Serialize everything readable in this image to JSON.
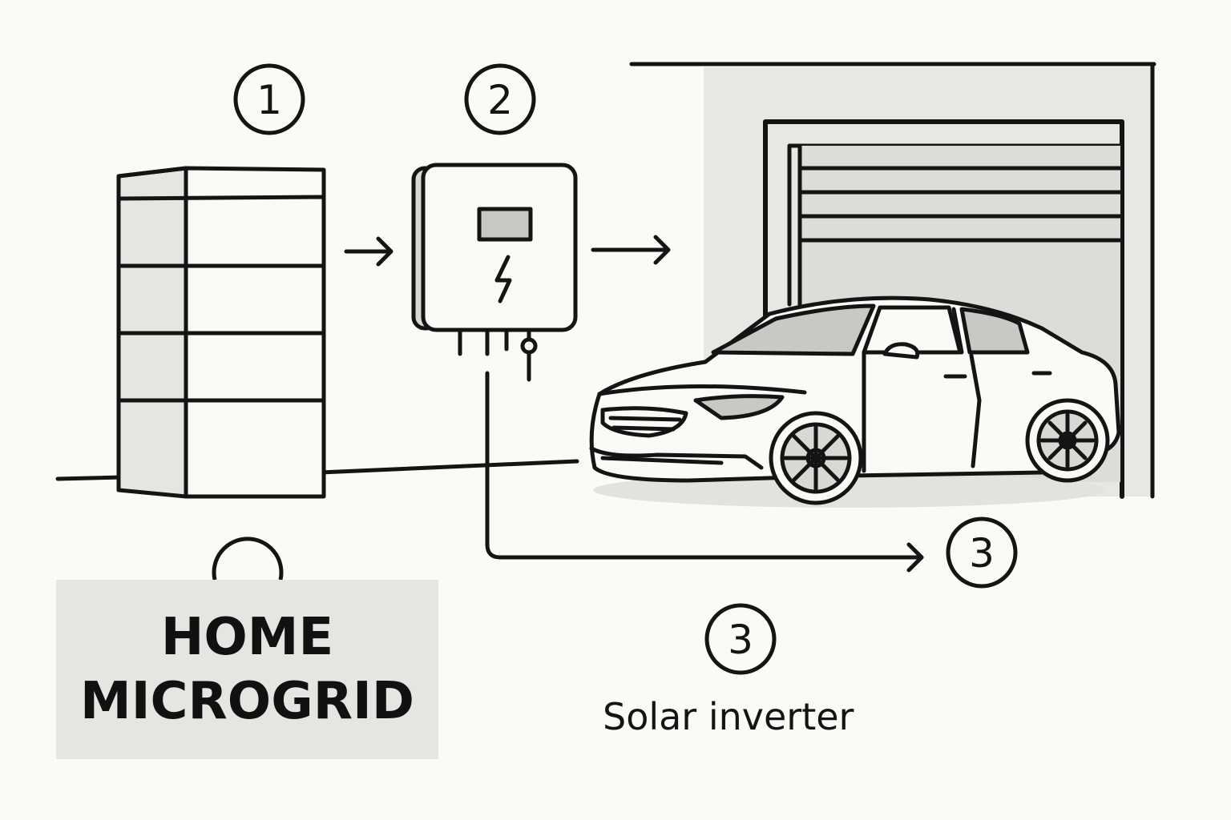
{
  "markers": {
    "one": "1",
    "two": "2",
    "three_top": "3",
    "three_bottom": "3"
  },
  "title": {
    "line1": "HOME",
    "line2": "MICROGRID"
  },
  "caption": "Solar inverter",
  "icons": [
    "battery-stack-icon",
    "solar-inverter-icon",
    "lightning-bolt-icon",
    "garage-icon",
    "car-icon",
    "arrow-right-icon"
  ],
  "colors": {
    "background": "#fbfaf7",
    "ink": "#141414",
    "fill_gray": "#d9d8d4",
    "label_bg": "#e6e5e2"
  }
}
